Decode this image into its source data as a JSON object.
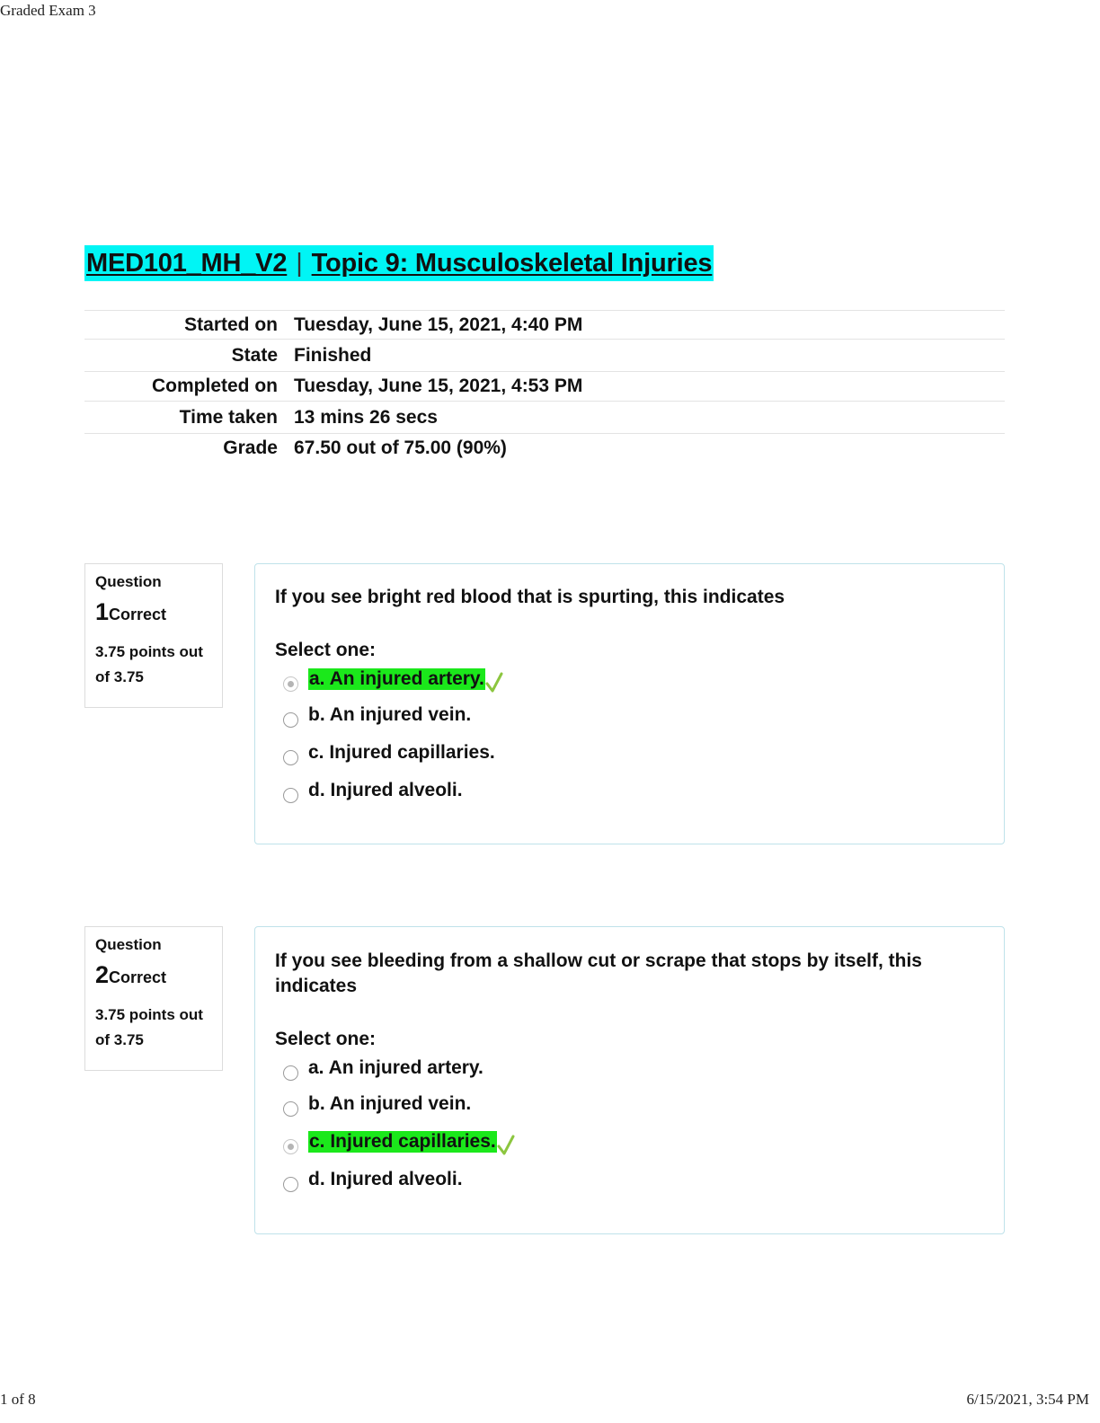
{
  "print": {
    "header_title": "Graded Exam 3",
    "page_counter": "1 of 8",
    "printed_at": "6/15/2021, 3:54 PM"
  },
  "breadcrumb": {
    "course": "MED101_MH_V2",
    "separator": "|",
    "topic": "Topic 9: Musculoskeletal Injuries"
  },
  "summary": {
    "rows": [
      {
        "label": "Started on",
        "value": "Tuesday, June 15, 2021, 4:40 PM"
      },
      {
        "label": "State",
        "value": "Finished"
      },
      {
        "label": "Completed on",
        "value": "Tuesday, June 15, 2021, 4:53 PM"
      },
      {
        "label": "Time taken",
        "value": "13 mins 26 secs"
      },
      {
        "label": "Grade",
        "value": "67.50 out of 75.00 (90%)"
      }
    ]
  },
  "questions": [
    {
      "label": "Question",
      "number": "1",
      "state": "Correct",
      "grade": "3.75 points out of 3.75",
      "text": "If you see bright red blood that is spurting, this indicates",
      "prompt": "Select one:",
      "answers": [
        {
          "text": "a. An injured artery.",
          "selected": true,
          "correct": true
        },
        {
          "text": "b. An injured vein.",
          "selected": false,
          "correct": false
        },
        {
          "text": "c. Injured capillaries.",
          "selected": false,
          "correct": false
        },
        {
          "text": "d. Injured alveoli.",
          "selected": false,
          "correct": false
        }
      ]
    },
    {
      "label": "Question",
      "number": "2",
      "state": "Correct",
      "grade": "3.75 points out of 3.75",
      "text": "If you see bleeding from a shallow cut or scrape that stops by itself, this indicates",
      "prompt": "Select one:",
      "answers": [
        {
          "text": "a. An injured artery.",
          "selected": false,
          "correct": false
        },
        {
          "text": "b. An injured vein.",
          "selected": false,
          "correct": false
        },
        {
          "text": "c. Injured capillaries.",
          "selected": true,
          "correct": true
        },
        {
          "text": "d. Injured alveoli.",
          "selected": false,
          "correct": false
        }
      ]
    }
  ],
  "colors": {
    "breadcrumb_highlight": "#00f5f5",
    "correct_highlight": "#1be81b",
    "check_mark": "#8cc63f",
    "content_border": "#bfe2ea"
  },
  "icons": {
    "correct": "check-icon",
    "answer_option": "radio-icon"
  }
}
